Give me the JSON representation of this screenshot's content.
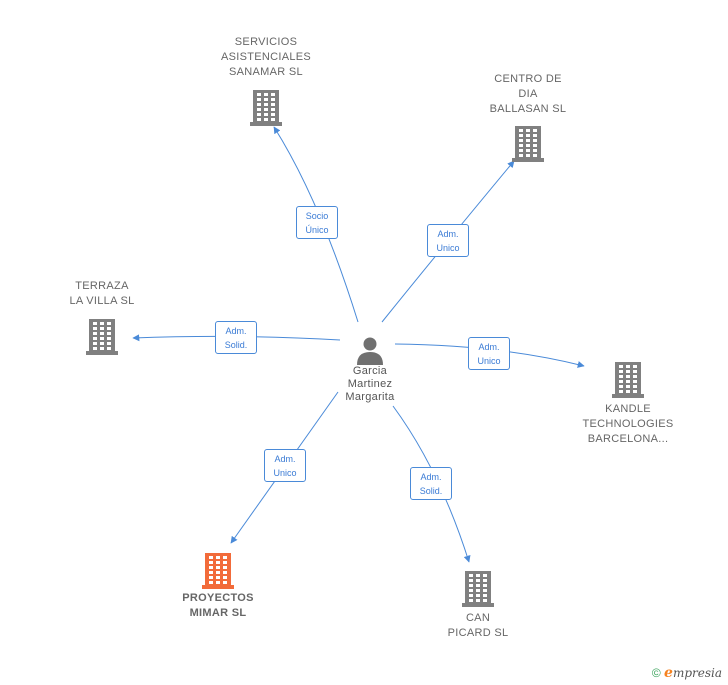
{
  "center": {
    "name_lines": [
      "Garcia",
      "Martinez",
      "Margarita"
    ],
    "icon": "person-icon"
  },
  "companies": [
    {
      "id": "sanamar",
      "lines": [
        "SERVICIOS",
        "ASISTENCIALES",
        "SANAMAR  SL"
      ],
      "icon": "building-icon",
      "color": "#808080"
    },
    {
      "id": "ballasan",
      "lines": [
        "CENTRO DE",
        "DIA",
        "BALLASAN SL"
      ],
      "icon": "building-icon",
      "color": "#808080"
    },
    {
      "id": "terraza",
      "lines": [
        "TERRAZA",
        "LA VILLA SL"
      ],
      "icon": "building-icon",
      "color": "#808080"
    },
    {
      "id": "kandle",
      "lines": [
        "KANDLE",
        "TECHNOLOGIES",
        "BARCELONA..."
      ],
      "icon": "building-icon",
      "color": "#808080"
    },
    {
      "id": "mimar",
      "lines": [
        "PROYECTOS",
        "MIMAR  SL"
      ],
      "icon": "building-icon",
      "color": "#f26b3a",
      "highlight": true
    },
    {
      "id": "picard",
      "lines": [
        "CAN",
        "PICARD  SL"
      ],
      "icon": "building-icon",
      "color": "#808080"
    }
  ],
  "relations": [
    {
      "to": "sanamar",
      "label": [
        "Socio",
        "Único"
      ]
    },
    {
      "to": "ballasan",
      "label": [
        "Adm.",
        "Unico"
      ]
    },
    {
      "to": "terraza",
      "label": [
        "Adm.",
        "Solid."
      ]
    },
    {
      "to": "kandle",
      "label": [
        "Adm.",
        "Unico"
      ]
    },
    {
      "to": "mimar",
      "label": [
        "Adm.",
        "Unico"
      ]
    },
    {
      "to": "picard",
      "label": [
        "Adm.",
        "Solid."
      ]
    }
  ],
  "footer": {
    "copyright": "©",
    "brand_initial": "e",
    "brand_rest": "mpresia"
  },
  "colors": {
    "edge": "#4a8ad8",
    "building": "#808080",
    "highlight": "#f26b3a",
    "person": "#707070"
  }
}
